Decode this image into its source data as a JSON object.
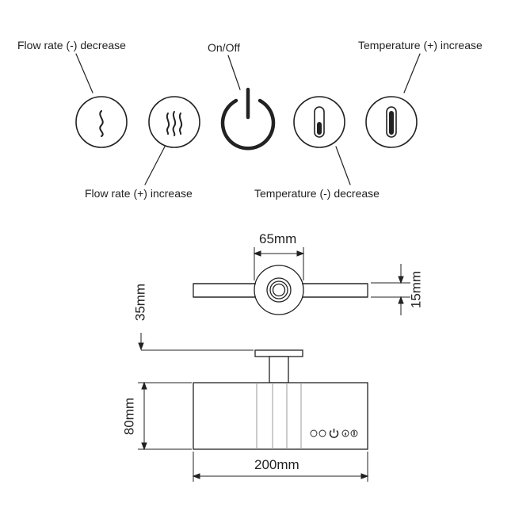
{
  "controls": {
    "flow_decrease_label": "Flow rate (-) decrease",
    "flow_increase_label": "Flow rate (+) increase",
    "on_off_label": "On/Off",
    "temp_decrease_label": "Temperature (-) decrease",
    "temp_increase_label": "Temperature (+) increase"
  },
  "dimensions": {
    "width_label": "65mm",
    "thickness_label": "15mm",
    "drop_label": "35mm",
    "height_label": "80mm",
    "length_label": "200mm"
  },
  "icons": [
    "flow-decrease-icon",
    "flow-increase-icon",
    "power-icon",
    "temp-decrease-icon",
    "temp-increase-icon"
  ]
}
